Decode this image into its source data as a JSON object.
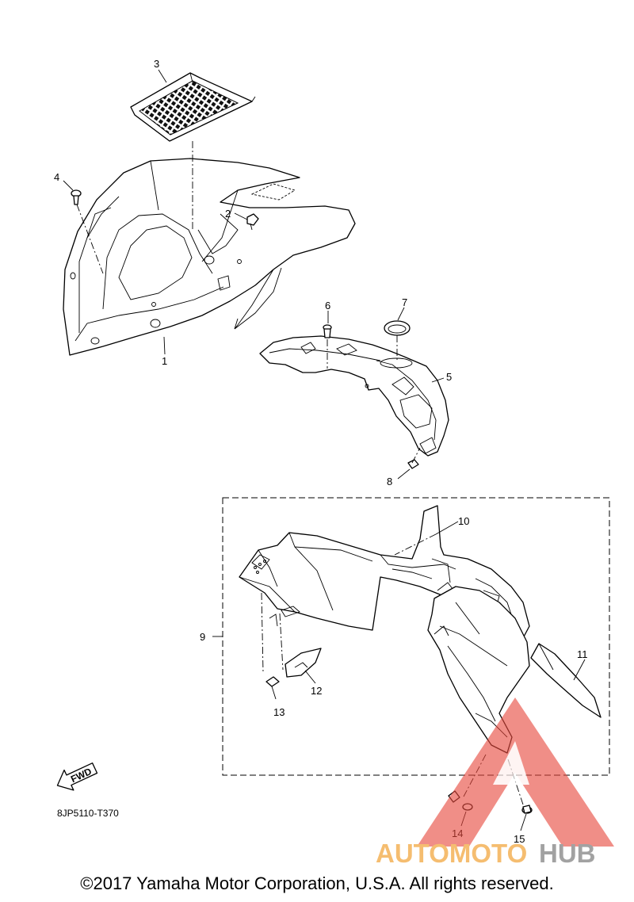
{
  "callouts": {
    "c1": "1",
    "c2": "2",
    "c3": "3",
    "c4": "4",
    "c5": "5",
    "c6": "6",
    "c7": "7",
    "c8": "8",
    "c9": "9",
    "c10": "10",
    "c11": "11",
    "c12": "12",
    "c13": "13",
    "c14": "14",
    "c15": "15"
  },
  "fwd_label": "FWD",
  "diagram_code": "8JP5110-T370",
  "copyright": "©2017 Yamaha Motor Corporation, U.S.A. All rights reserved.",
  "watermark": {
    "part1": "AUTOMOTO",
    "part2": "HUB",
    "color_primary": "#f2a43a",
    "color_secondary": "#7f7f7f",
    "triangle_color": "#e8483c"
  }
}
